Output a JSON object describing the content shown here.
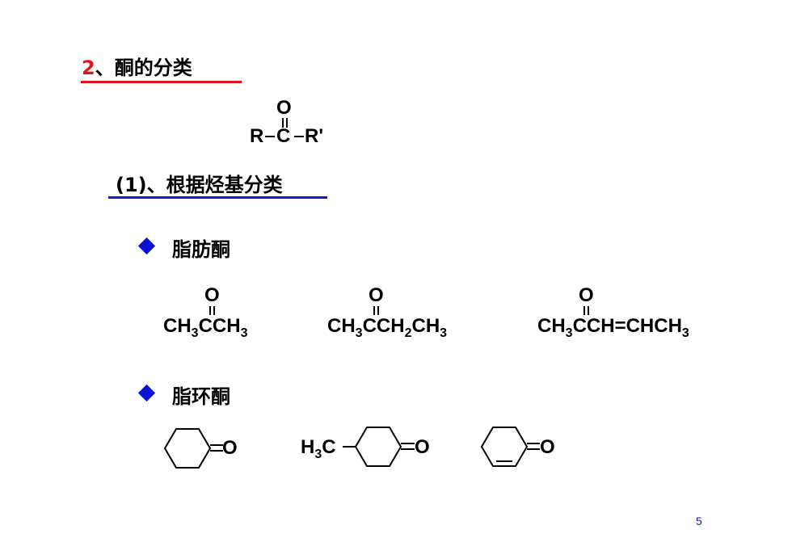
{
  "section": {
    "number": "2",
    "title": "、酮的分类"
  },
  "general_formula": {
    "oxygen": "O",
    "left": "R",
    "carbon": "C",
    "right": "R'"
  },
  "subsection": {
    "title": "(1)、根据烃基分类"
  },
  "bullets": [
    {
      "label": "脂肪酮"
    },
    {
      "label": "脂环酮"
    }
  ],
  "aliphatic_ketones": [
    {
      "oxygen": "O",
      "parts": [
        "CH",
        "3",
        "CCH",
        "3"
      ]
    },
    {
      "oxygen": "O",
      "parts": [
        "CH",
        "3",
        "CCH",
        "2",
        "CH",
        "3"
      ]
    },
    {
      "oxygen": "O",
      "parts": [
        "CH",
        "3",
        "CCH=CHCH",
        "3"
      ]
    }
  ],
  "cyclic_ketones": [
    {
      "substituent": "",
      "oxygen": "O"
    },
    {
      "substituent_main": "H",
      "substituent_sub": "3",
      "substituent_tail": "C",
      "oxygen": "O"
    },
    {
      "substituent": "",
      "oxygen": "O"
    }
  ],
  "colors": {
    "section_number": "#e0141e",
    "underline_1": "#e0141e",
    "underline_2": "#1020c0",
    "bullet": "#0a10d6",
    "page_number": "#1a22b4"
  },
  "page_number": "5"
}
